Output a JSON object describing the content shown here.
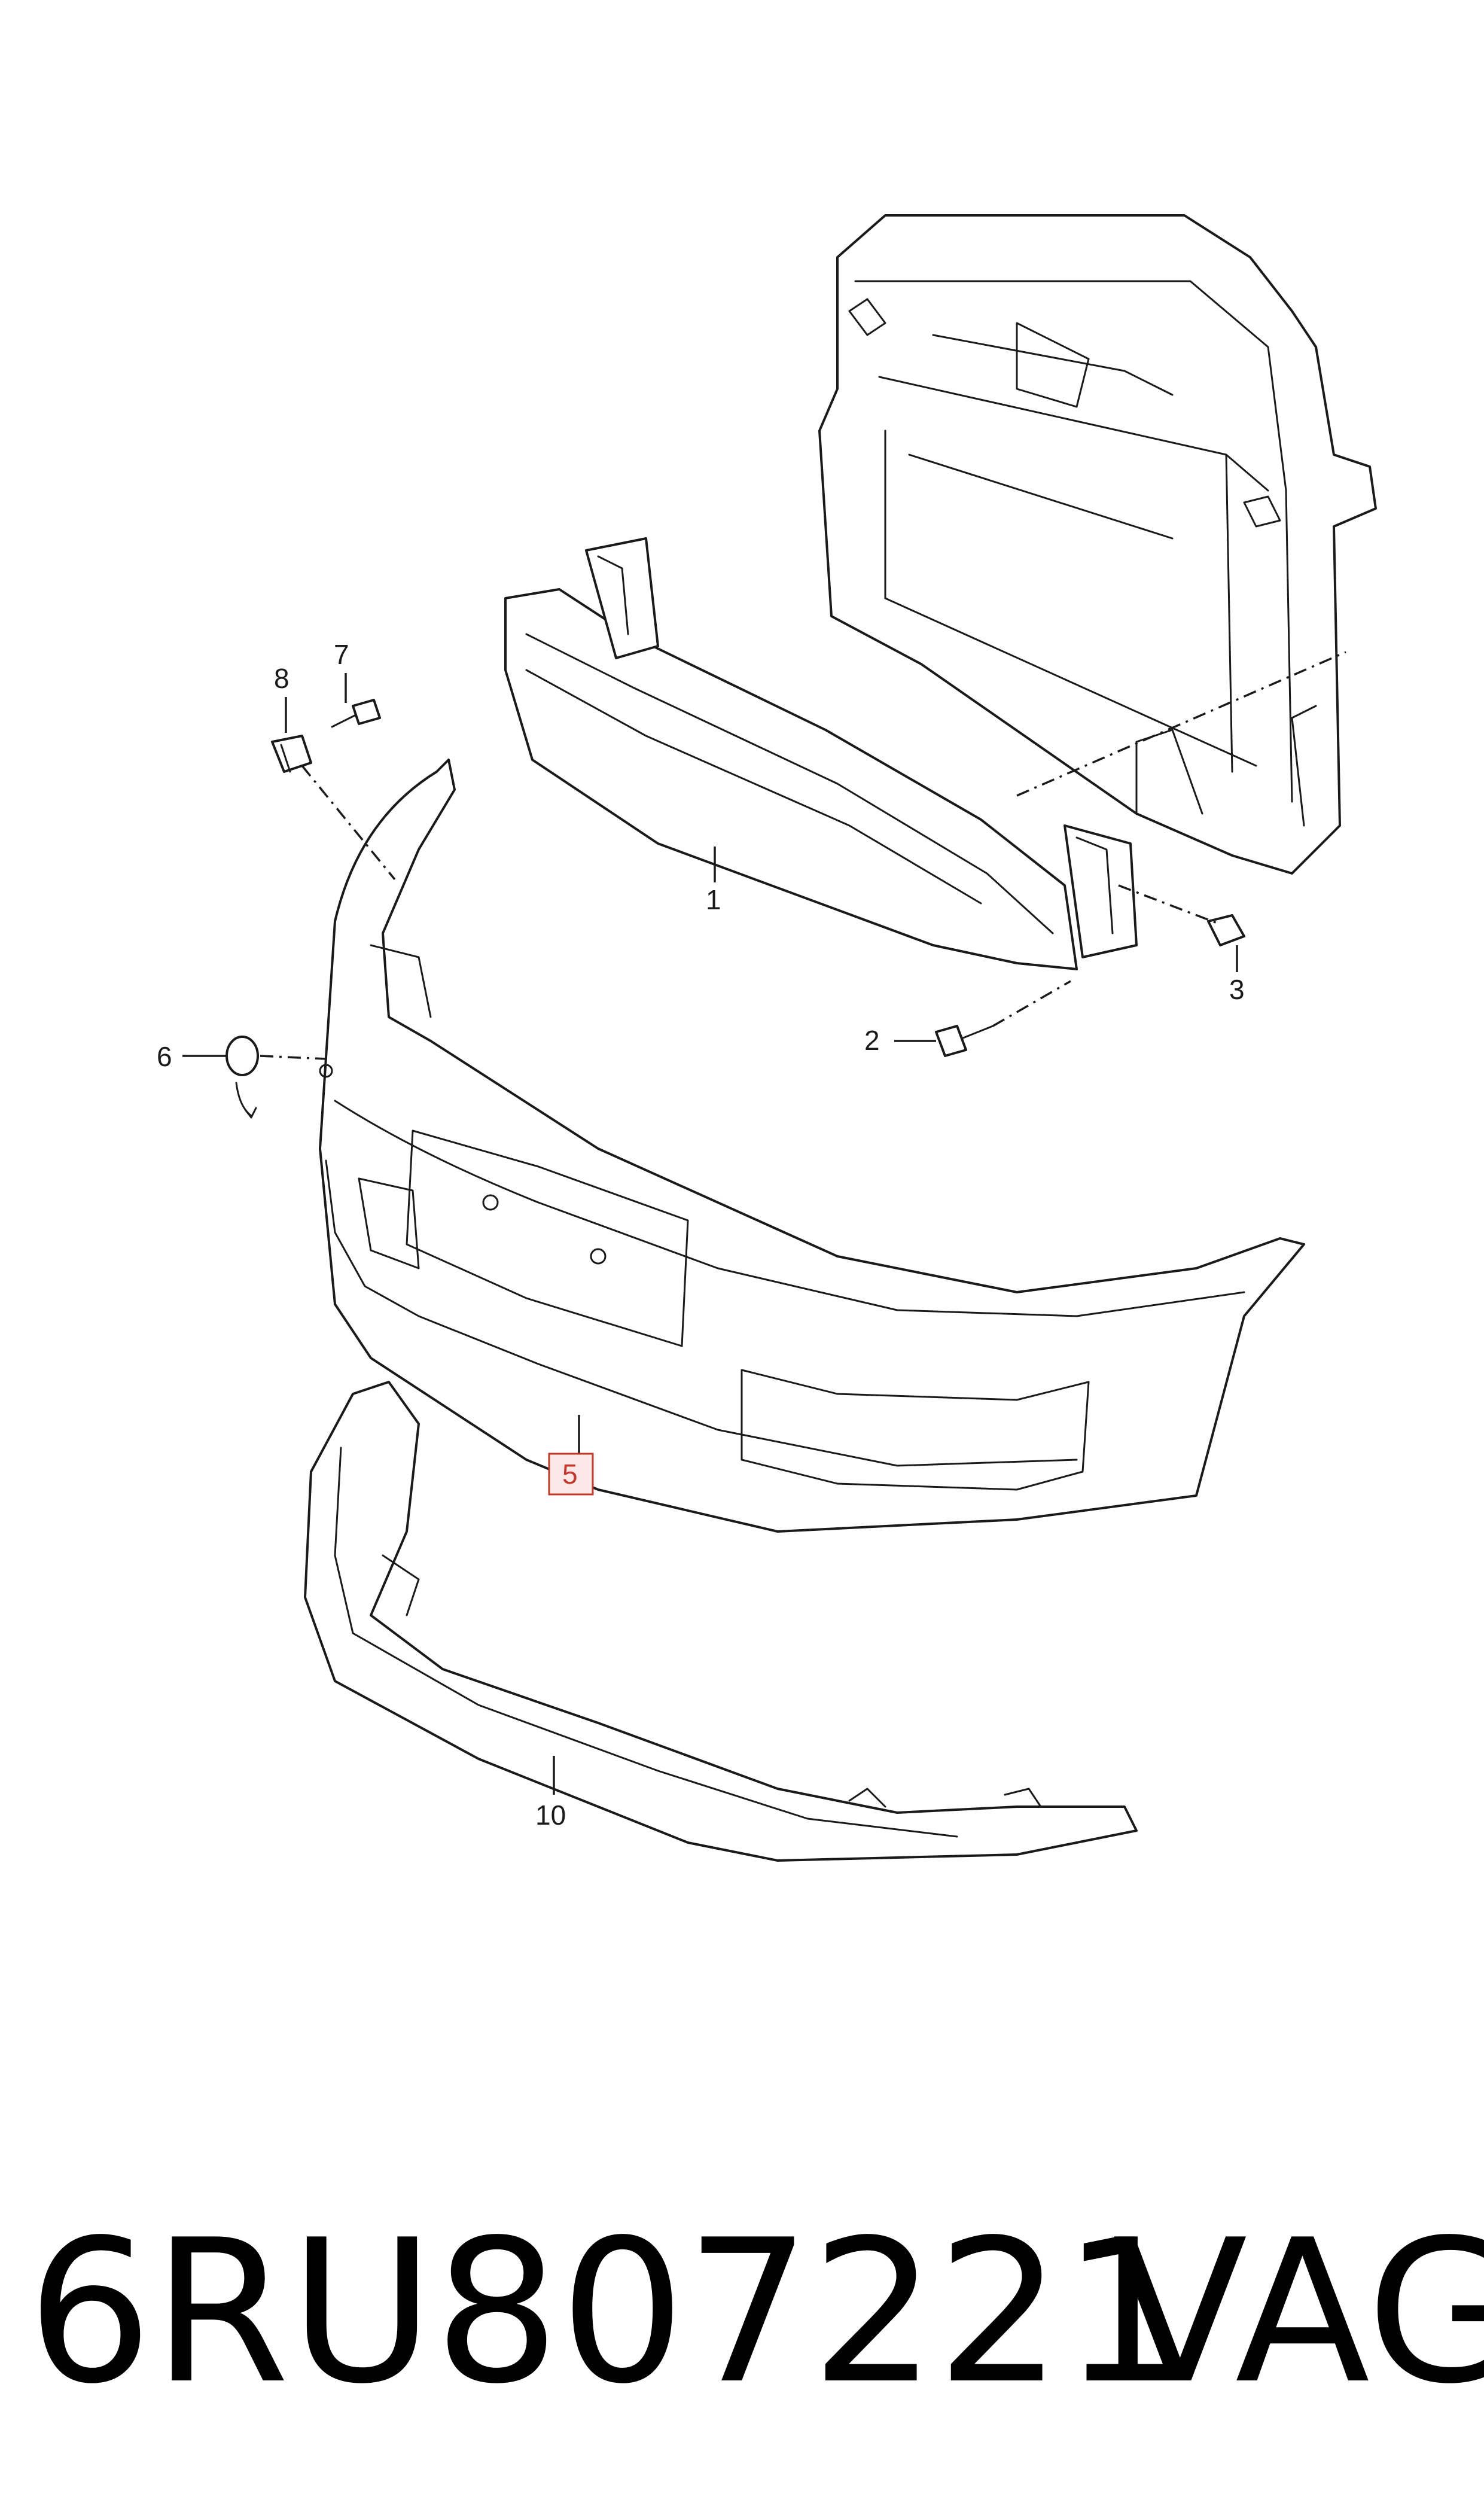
{
  "callouts": {
    "c1": "1",
    "c2": "2",
    "c3": "3",
    "c5": "5",
    "c6": "6",
    "c7": "7",
    "c8": "8",
    "c10": "10"
  },
  "highlight_color": "#c0392b",
  "footer": {
    "part_number": "6RU807221",
    "brand": "VAG"
  }
}
